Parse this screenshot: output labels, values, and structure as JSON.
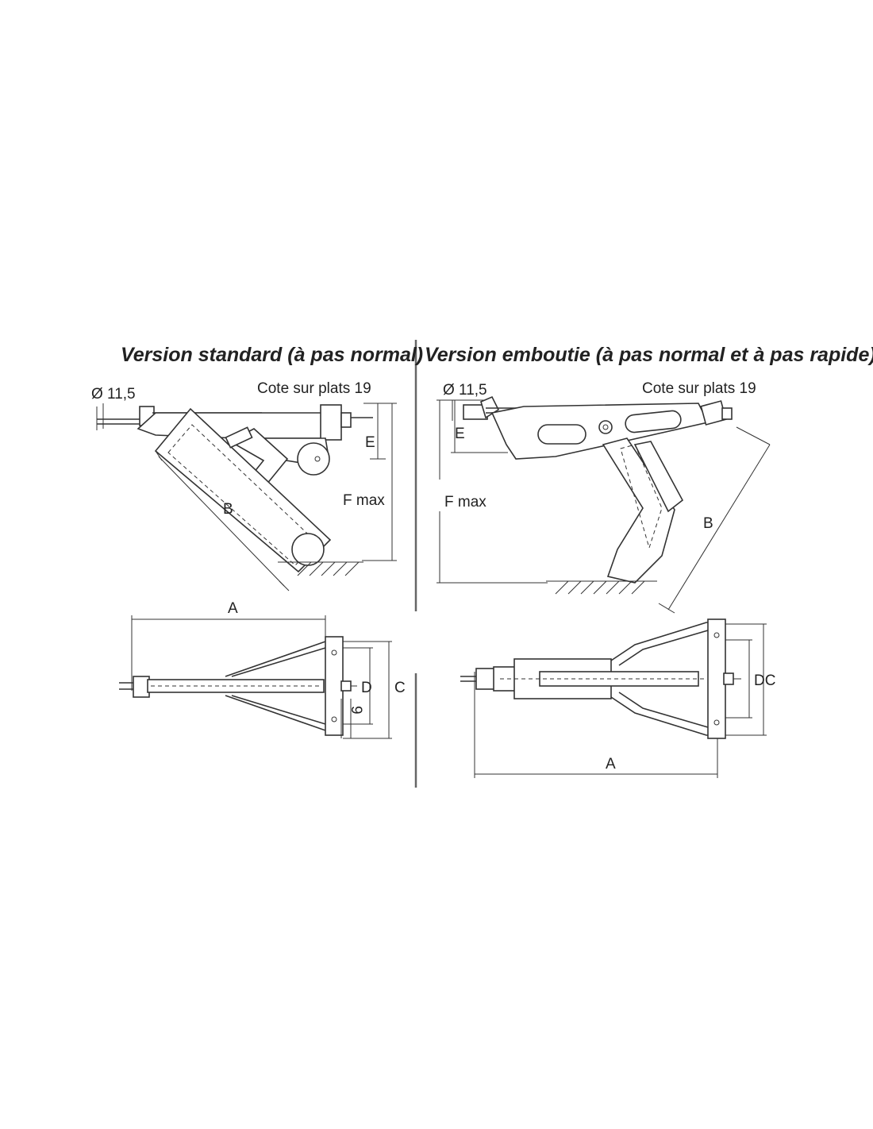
{
  "colors": {
    "line": "#333333",
    "text": "#222222",
    "background": "#ffffff"
  },
  "left": {
    "title": "Version standard (à pas normal)",
    "labels": {
      "diameter": "Ø 11,5",
      "flats": "Cote sur plats 19",
      "e": "E",
      "fmax": "F max",
      "b": "B",
      "a": "A",
      "d": "D",
      "c": "C",
      "nine": "9"
    }
  },
  "right": {
    "title": "Version emboutie (à pas normal et à pas rapide)",
    "labels": {
      "diameter": "Ø 11,5",
      "flats": "Cote sur plats 19",
      "e": "E",
      "fmax": "F max",
      "b": "B",
      "a": "A",
      "dc": "DC"
    }
  }
}
